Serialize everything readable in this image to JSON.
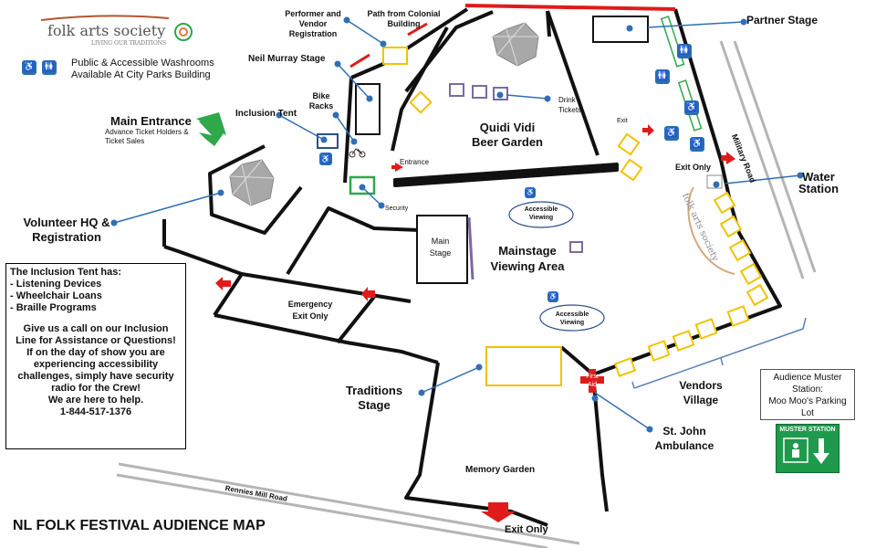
{
  "title": "NL FOLK FESTIVAL AUDIENCE MAP",
  "logo": {
    "text": "folk arts society",
    "tagline": "LIVING OUR TRADITIONS"
  },
  "washrooms_note": [
    "Public & Accessible Washrooms",
    "Available At City Parks Building"
  ],
  "labels": {
    "performer_reg": [
      "Performer and",
      "Vendor",
      "Registration"
    ],
    "path_colonial": [
      "Path from Colonial",
      "Building"
    ],
    "neil_murray": "Neil Murray Stage",
    "partner_stage": "Partner Stage",
    "bike_racks": [
      "Bike",
      "Racks"
    ],
    "inclusion_tent": "Inclusion Tent",
    "main_entrance": "Main Entrance",
    "main_entrance_sub": [
      "Advance Ticket Holders &",
      "Ticket Sales"
    ],
    "drink_tickets": [
      "Drink",
      "Tickets"
    ],
    "beer_garden": [
      "Quidi Vidi",
      "Beer Garden"
    ],
    "exit": "Exit",
    "exit_only_right": "Exit Only",
    "military_road": "Military Road",
    "water_station": [
      "Water",
      "Station"
    ],
    "entrance": "Entrance",
    "security": "Security",
    "accessible_viewing_1": [
      "Accessible",
      "Viewing"
    ],
    "accessible_viewing_2": [
      "Accessible",
      "Viewing"
    ],
    "volunteer_hq": [
      "Volunteer HQ &",
      "Registration"
    ],
    "main_stage": [
      "Main",
      "Stage"
    ],
    "mainstage_viewing": [
      "Mainstage",
      "Viewing Area"
    ],
    "emergency_exit": [
      "Emergency",
      "Exit Only"
    ],
    "traditions_stage": [
      "Traditions",
      "Stage"
    ],
    "first_aid": [
      "First",
      "Aid"
    ],
    "vendors_village": [
      "Vendors",
      "Village"
    ],
    "st_john": [
      "St. John",
      "Ambulance"
    ],
    "memory_garden": "Memory Garden",
    "rennies_mill_road": "Rennies Mill Road",
    "exit_only_bottom": "Exit Only"
  },
  "info_box": {
    "heading": "The Inclusion Tent has:",
    "items": [
      "- Listening Devices",
      "- Wheelchair Loans",
      "- Braille Programs"
    ],
    "message": [
      "Give us a call on our Inclusion",
      "Line for Assistance or Questions!",
      "If on the day of show you are",
      "experiencing accessibility",
      "challenges, simply have security",
      "radio for the Crew!",
      "We are here to help.",
      "1-844-517-1376"
    ]
  },
  "muster": {
    "lines": [
      "Audience Muster",
      "Station:",
      "Moo Moo's Parking",
      "Lot"
    ],
    "sign_text": "MUSTER STATION"
  },
  "icons": [
    "washroom-icon",
    "accessible-icon",
    "bicycle-icon",
    "tent-icon",
    "water-drop-icon",
    "arrow-icon",
    "first-aid-cross-icon"
  ],
  "colors": {
    "path_line": "#111111",
    "exit_arrow": "#e01b1b",
    "booth_yellow": "#f2c200",
    "leader_line": "#2f6fb5",
    "entrance_arrow": "#2ea84a",
    "security_box": "#2ea84a",
    "drink_booth": "#7b6aa0",
    "road_gray": "#b5b5b5",
    "muster_green": "#1e9a4c"
  }
}
